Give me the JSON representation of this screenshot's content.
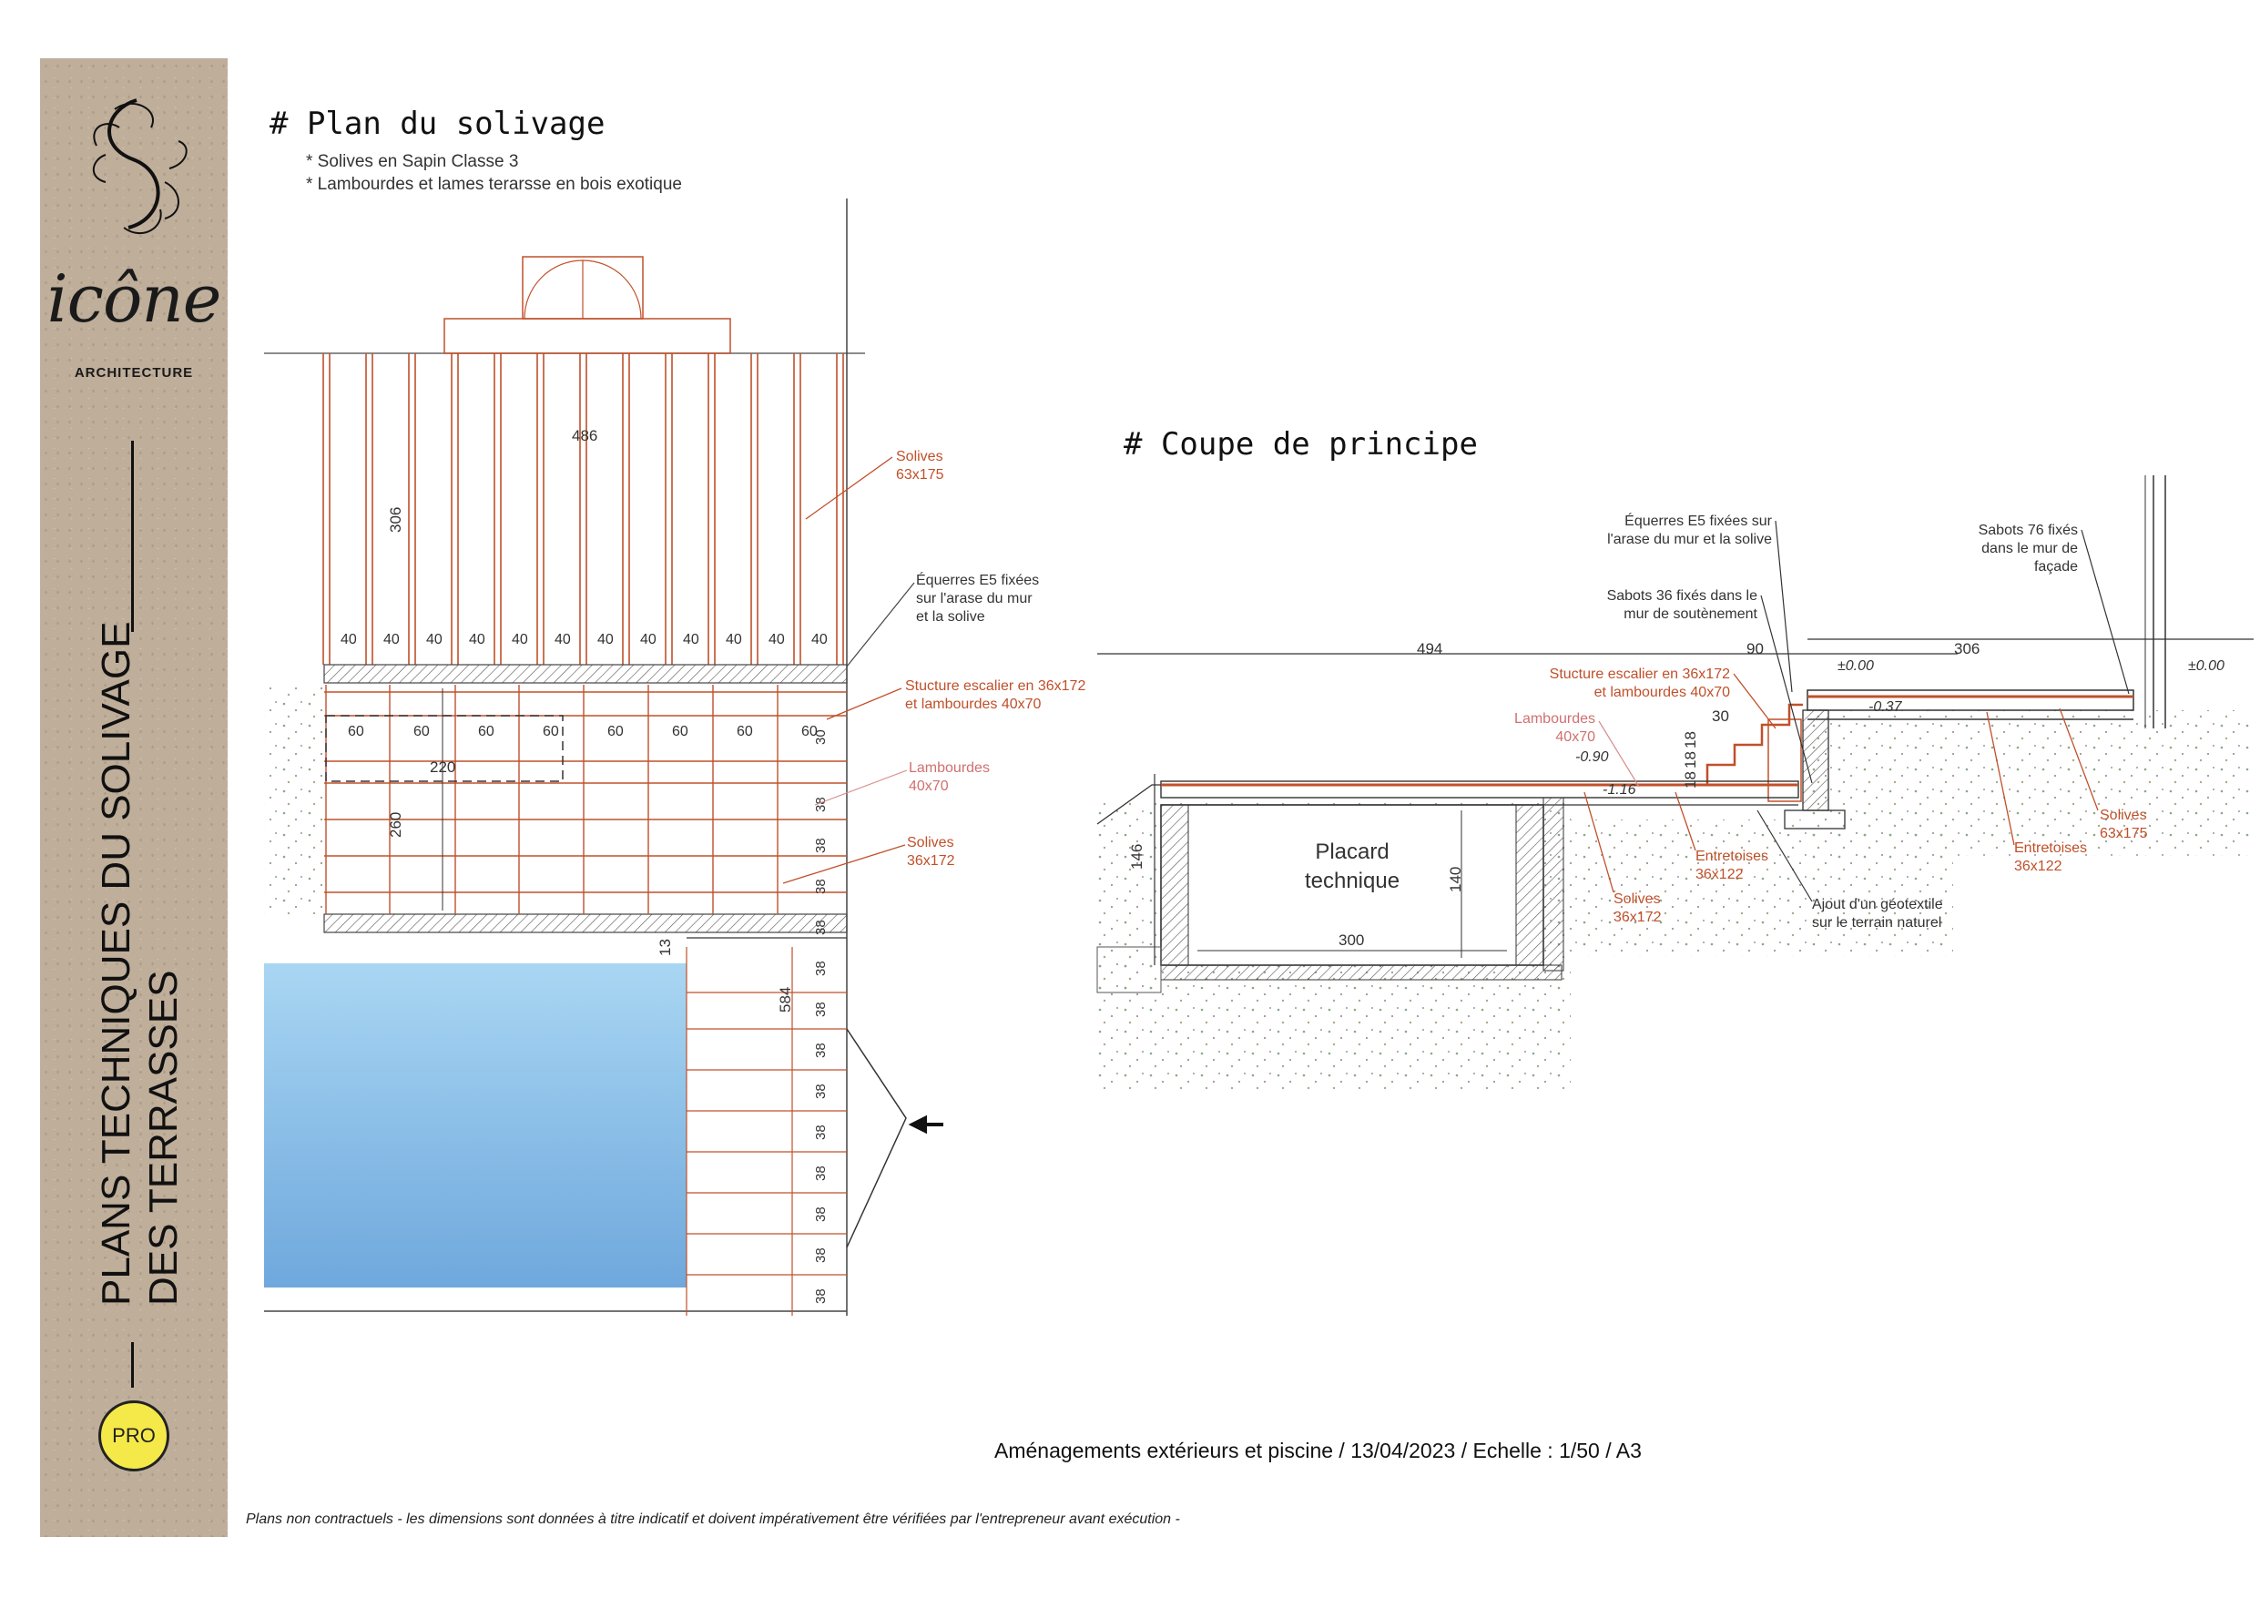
{
  "sidebar": {
    "brand": "icône",
    "brand_sub": "ARCHITECTURE",
    "title_line1": "PLANS TECHNIQUES DU SOLIVAGE",
    "title_line2": "DES TERRASSES",
    "badge": "PRO",
    "logo_icon": "hand-drawn-hands-logo-icon"
  },
  "plan": {
    "title": "# Plan du solivage",
    "note1": "* Solives en Sapin Classe 3",
    "note2": "* Lambourdes et lames terarsse en bois exotique",
    "dims": {
      "d486": "486",
      "d306": "306",
      "d220": "220",
      "d260": "260",
      "d13": "13",
      "d584": "584",
      "d40": "40",
      "d60": "60",
      "d38": "38",
      "d30": "30"
    },
    "labels": {
      "solives_top_1": "Solives",
      "solives_top_2": "63x175",
      "equerres_1": "Équerres E5 fixées",
      "equerres_2": "sur l'arase du mur",
      "equerres_3": "et la solive",
      "stucture_1": "Stucture escalier en 36x172",
      "stucture_2": "et lambourdes 40x70",
      "lambourdes_1": "Lambourdes",
      "lambourdes_2": "40x70",
      "solives_mid_1": "Solives",
      "solives_mid_2": "36x172"
    }
  },
  "coupe": {
    "title": "# Coupe de principe",
    "dims": {
      "d494": "494",
      "d90": "90",
      "d306": "306",
      "d30": "30",
      "d18": "18",
      "d146": "146",
      "d140": "140",
      "d300": "300",
      "lvl0a": "±0.00",
      "lvl0b": "±0.00",
      "lvl37": "-0.37",
      "lvl90": "-0.90",
      "lvl116": "-1.16"
    },
    "labels": {
      "placard_1": "Placard",
      "placard_2": "technique",
      "equerres_1": "Équerres E5 fixées sur",
      "equerres_2": "l'arase du mur et la solive",
      "sabots36_1": "Sabots 36 fixés dans le",
      "sabots36_2": "mur de soutènement",
      "sabots76_1": "Sabots 76 fixés",
      "sabots76_2": "dans le mur de",
      "sabots76_3": "façade",
      "stucture_1": "Stucture escalier en 36x172",
      "stucture_2": "et lambourdes 40x70",
      "lambourdes_1": "Lambourdes",
      "lambourdes_2": "40x70",
      "solives_1": "Solives",
      "solives_2": "36x172",
      "entretoises_1": "Entretoises",
      "entretoises_2": "36x122",
      "geotextile_1": "Ajout d'un géotextile",
      "geotextile_2": "sur le terrain naturel",
      "entretoises_r1": "Entretoises",
      "entretoises_r2": "36x122",
      "solives_r1": "Solives",
      "solives_r2": "63x175"
    }
  },
  "footer": "Aménagements extérieurs et piscine / 13/04/2023 / Echelle : 1/50 / A3",
  "disclaimer": "Plans non contractuels - les dimensions sont données à titre indicatif et doivent impérativement être vérifiées par l'entrepreneur avant exécution -",
  "colors": {
    "joist": "#c0502a",
    "pool_top": "#a9d6f2",
    "pool_bottom": "#6fa8dd",
    "kraft": "#bfae9a",
    "badge": "#f5e94a"
  }
}
